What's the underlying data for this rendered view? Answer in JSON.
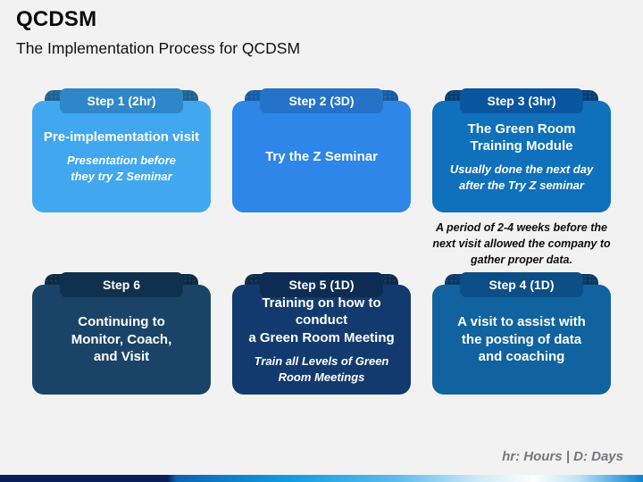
{
  "slide": {
    "title": "QCDSM",
    "subtitle": "The Implementation Process for QCDSM",
    "footer_legend": "hr: Hours | D: Days",
    "background_color": "#F2F2F2"
  },
  "interlude_note": "A period of 2-4 weeks before the\nnext visit allowed the company to\ngather proper data.",
  "cards": [
    {
      "key": "step1",
      "label": "Step 1 (2hr)",
      "heading": "Pre-implementation visit",
      "detail": "Presentation before\nthey try Z Seminar",
      "body_color": "#41A8F0",
      "tab_color": "#2F86C8",
      "ear_color": "#1F6396"
    },
    {
      "key": "step2",
      "label": "Step 2 (3D)",
      "heading": "Try the Z Seminar",
      "detail": "",
      "body_color": "#2E86E9",
      "tab_color": "#2473C9",
      "ear_color": "#155CA9"
    },
    {
      "key": "step3",
      "label": "Step 3 (3hr)",
      "heading": "The Green Room\nTraining Module",
      "detail": "Usually done the next day\nafter the Try Z seminar",
      "body_color": "#0F70BC",
      "tab_color": "#0A55A0",
      "ear_color": "#073F74"
    },
    {
      "key": "step6",
      "label": "Step 6",
      "heading": "Continuing to\nMonitor, Coach,\nand Visit",
      "detail": "",
      "body_color": "#1A4467",
      "tab_color": "#10314E",
      "ear_color": "#0B2A44"
    },
    {
      "key": "step5",
      "label": "Step 5 (1D)",
      "heading": "Training on how to conduct\na Green Room Meeting",
      "detail": "Train all Levels of Green\nRoom Meetings",
      "body_color": "#123A6E",
      "tab_color": "#0C2C53",
      "ear_color": "#0D2B4C"
    },
    {
      "key": "step4",
      "label": "Step 4 (1D)",
      "heading": "A visit to assist with\nthe posting of data\nand coaching",
      "detail": "",
      "body_color": "#11639F",
      "tab_color": "#0C4E86",
      "ear_color": "#0A3A66"
    }
  ],
  "footer_bar": {
    "gradient_stops": [
      "#0A1E5A 0%",
      "#0A1E5A 26%",
      "#0C64B2 27.5%",
      "#119CE0 45%",
      "#5FBCEC 62%",
      "#CBE8F8 74%",
      "#FEFEFE 83%",
      "#BFE2F5 90%",
      "#4FA8DE 96%",
      "#0E82CC 100%"
    ]
  }
}
